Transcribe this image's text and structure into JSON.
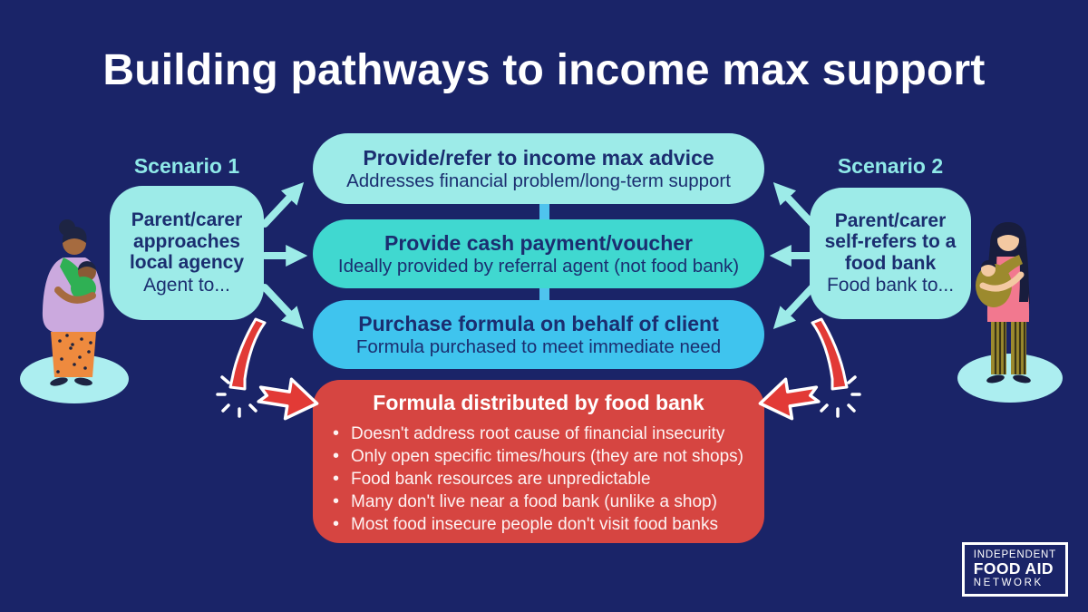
{
  "title": "Building pathways to income max support",
  "colors": {
    "background": "#1a2468",
    "cyan_light": "#9debe8",
    "teal": "#40d8d0",
    "sky_blue": "#3fc4ee",
    "red": "#d64541",
    "arrow_red": "#e23a36",
    "navy_text": "#1b2e70",
    "white": "#ffffff"
  },
  "scenario1": {
    "label": "Scenario 1",
    "title": "Parent/carer approaches local agency",
    "subtitle": "Agent to..."
  },
  "scenario2": {
    "label": "Scenario 2",
    "title": "Parent/carer self-refers to a food bank",
    "subtitle": "Food bank to..."
  },
  "pathways": [
    {
      "title": "Provide/refer to income max advice",
      "subtitle": "Addresses financial problem/long-term support"
    },
    {
      "title": "Provide cash payment/voucher",
      "subtitle": "Ideally provided by referral agent (not food bank)"
    },
    {
      "title": "Purchase formula on behalf of client",
      "subtitle": "Formula purchased to meet immediate need"
    }
  ],
  "food_bank_outcome": {
    "title": "Formula distributed by food bank",
    "bullets": [
      "Doesn't address root cause of financial insecurity",
      "Only open specific times/hours (they are not shops)",
      "Food bank resources are unpredictable",
      "Many don't live near a food bank (unlike a shop)",
      "Most food insecure people don't visit food banks"
    ]
  },
  "logo": {
    "line1": "INDEPENDENT",
    "line2": "FOOD AID",
    "line3": "NETWORK"
  },
  "icons": {
    "scenario1_arrows": "triple-arrow-right",
    "scenario2_arrows": "triple-arrow-left",
    "impact_arrow_left": "bounce-arrow-right",
    "impact_arrow_right": "bounce-arrow-left",
    "illustration_left": "parent-carrying-baby",
    "illustration_right": "parent-carrying-baby"
  }
}
